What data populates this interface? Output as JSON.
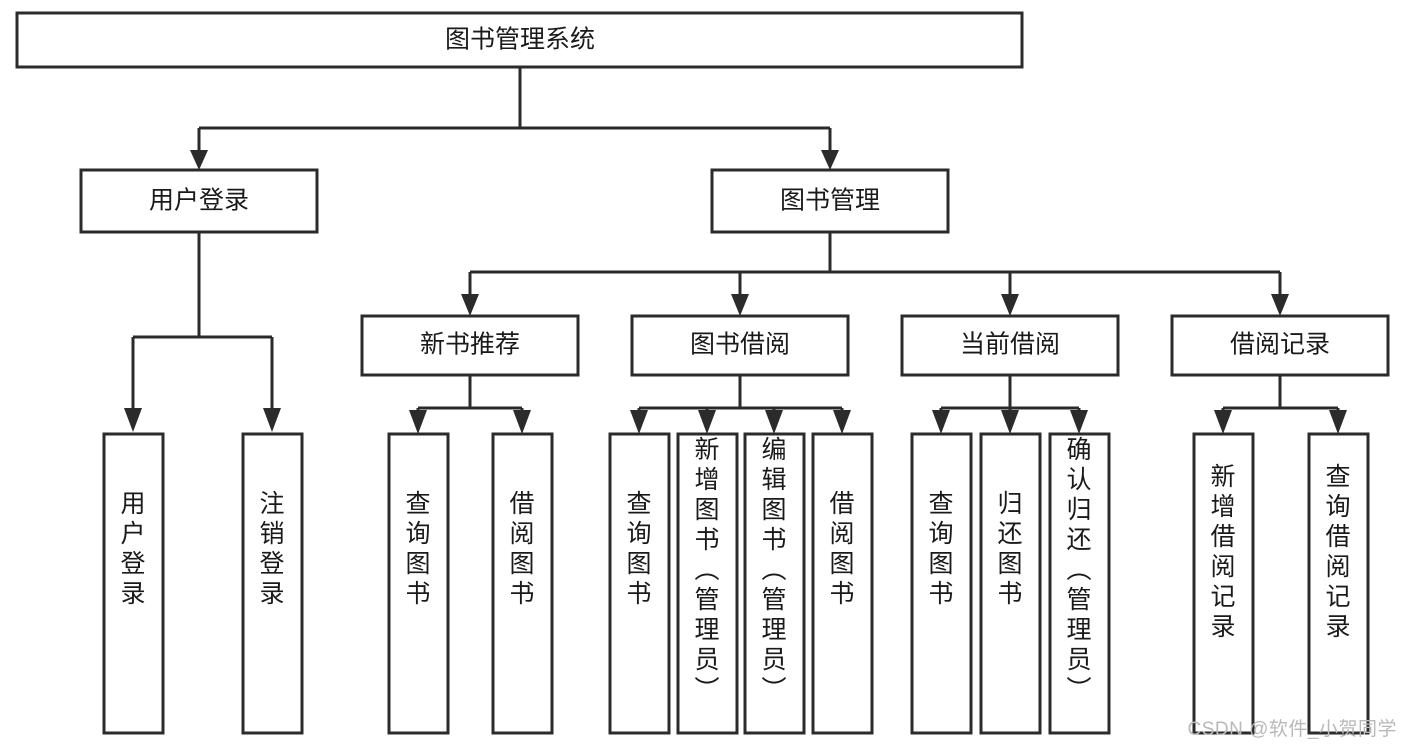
{
  "diagram": {
    "type": "tree-hierarchy",
    "title": "图书管理系统",
    "orientation": "top-down",
    "colors": {
      "stroke": "#2b2b2b",
      "fill": "#ffffff",
      "text": "#1a1a1a",
      "background": "#ffffff",
      "watermark": "#b9b9b9"
    },
    "nodes": {
      "root": {
        "label": "图书管理系统",
        "level": 0,
        "orientation": "horizontal"
      },
      "level2": [
        {
          "id": "user-login",
          "label": "用户登录",
          "orientation": "horizontal"
        },
        {
          "id": "book-manage",
          "label": "图书管理",
          "orientation": "horizontal"
        }
      ],
      "level3": [
        {
          "id": "new-book-recommend",
          "label": "新书推荐",
          "orientation": "horizontal"
        },
        {
          "id": "book-borrow",
          "label": "图书借阅",
          "orientation": "horizontal"
        },
        {
          "id": "current-borrow",
          "label": "当前借阅",
          "orientation": "horizontal"
        },
        {
          "id": "borrow-record",
          "label": "借阅记录",
          "orientation": "horizontal"
        }
      ],
      "leaves": [
        {
          "id": "leaf-user-login",
          "label": "用户登录",
          "parent": "user-login",
          "orientation": "vertical"
        },
        {
          "id": "leaf-user-logout",
          "label": "注销登录",
          "parent": "user-login",
          "orientation": "vertical"
        },
        {
          "id": "leaf-query-book-1",
          "label": "查询图书",
          "parent": "new-book-recommend",
          "orientation": "vertical"
        },
        {
          "id": "leaf-borrow-book-1",
          "label": "借阅图书",
          "parent": "new-book-recommend",
          "orientation": "vertical"
        },
        {
          "id": "leaf-query-book-2",
          "label": "查询图书",
          "parent": "book-borrow",
          "orientation": "vertical"
        },
        {
          "id": "leaf-add-book",
          "label": "新增图书（管理员）",
          "parent": "book-borrow",
          "orientation": "vertical"
        },
        {
          "id": "leaf-edit-book",
          "label": "编辑图书（管理员）",
          "parent": "book-borrow",
          "orientation": "vertical"
        },
        {
          "id": "leaf-borrow-book-2",
          "label": "借阅图书",
          "parent": "book-borrow",
          "orientation": "vertical"
        },
        {
          "id": "leaf-query-book-3",
          "label": "查询图书",
          "parent": "current-borrow",
          "orientation": "vertical"
        },
        {
          "id": "leaf-return-book",
          "label": "归还图书",
          "parent": "current-borrow",
          "orientation": "vertical"
        },
        {
          "id": "leaf-confirm-return",
          "label": "确认归还（管理员）",
          "parent": "current-borrow",
          "orientation": "vertical"
        },
        {
          "id": "leaf-add-record",
          "label": "新增借阅记录",
          "parent": "borrow-record",
          "orientation": "vertical"
        },
        {
          "id": "leaf-query-record",
          "label": "查询借阅记录",
          "parent": "borrow-record",
          "orientation": "vertical"
        }
      ]
    }
  },
  "watermark": {
    "text": "CSDN @软件_小贺同学"
  }
}
